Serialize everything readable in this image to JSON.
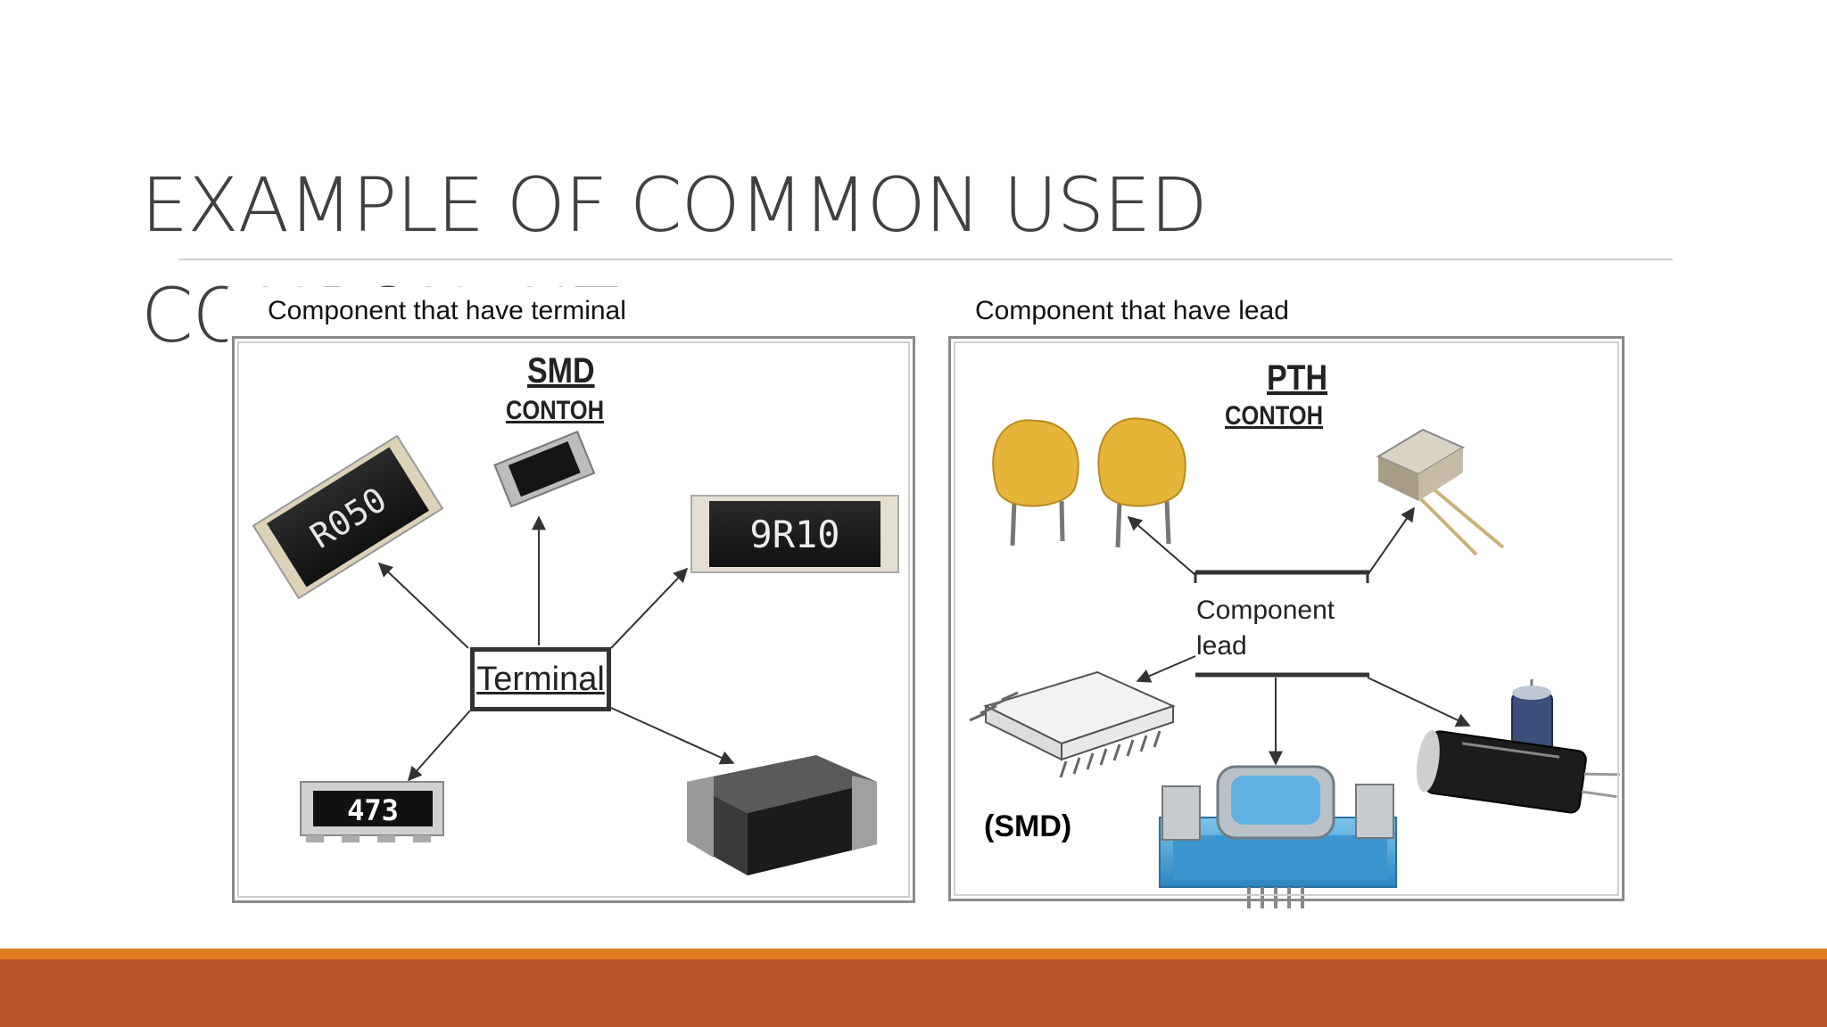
{
  "slide": {
    "title": "EXAMPLE OF COMMON USED COMPONENT"
  },
  "left": {
    "caption": "Component that have terminal",
    "heading": "SMD",
    "subheading": "CONTOH",
    "terminal_label": "Terminal",
    "markings": [
      "R050",
      "9R10",
      "473"
    ]
  },
  "right": {
    "caption": "Component that have lead",
    "heading": "PTH",
    "subheading": "CONTOH",
    "lead_label_line1": "Component",
    "lead_label_line2": "lead",
    "smd_label": "(SMD)"
  },
  "colors": {
    "accent_orange": "#e07c22",
    "accent_rust": "#bb5428",
    "capacitor_yellow": "#e5b53a",
    "connector_blue": "#4aa3d8"
  }
}
